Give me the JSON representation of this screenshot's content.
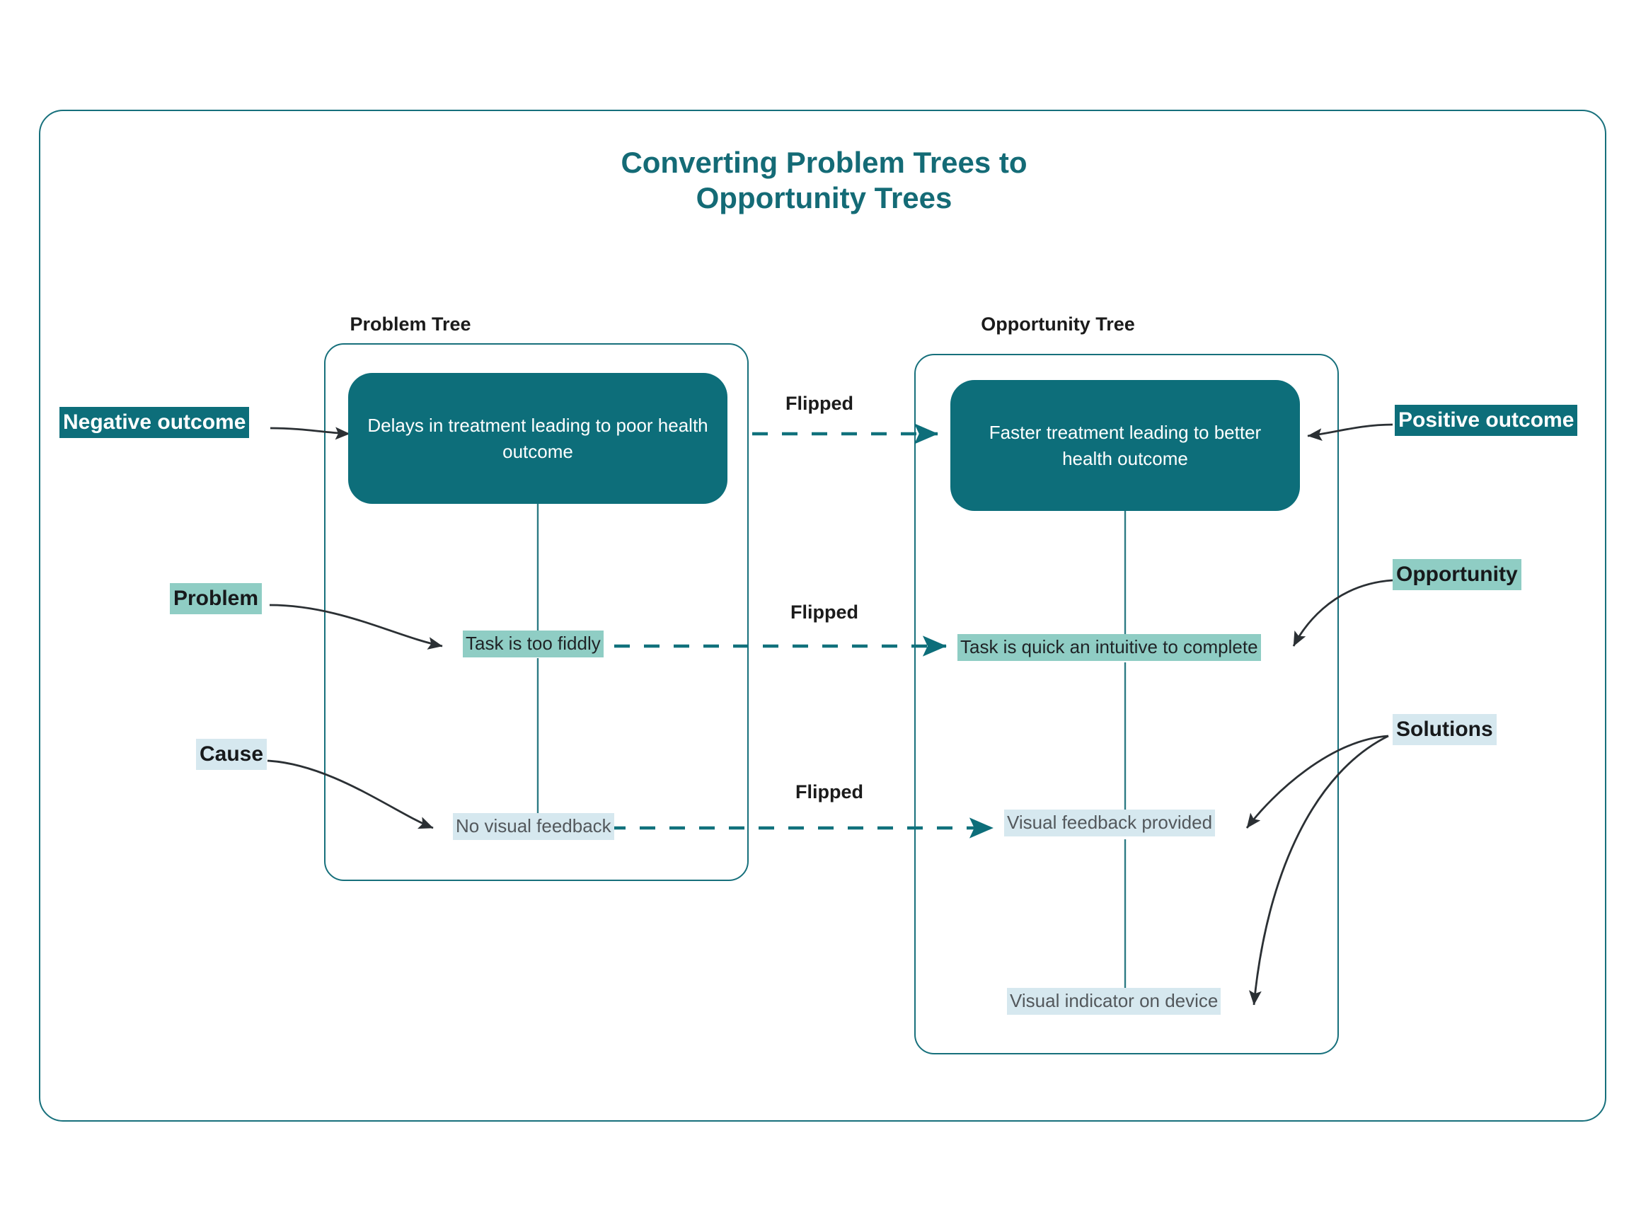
{
  "title": {
    "line1": "Converting Problem Trees to",
    "line2": "Opportunity Trees"
  },
  "trees": {
    "problem": {
      "heading": "Problem Tree",
      "root": "Delays in treatment leading to poor health outcome",
      "nodes": [
        {
          "id": "task-fiddly",
          "label": "Task is too fiddly",
          "highlight": "mint"
        },
        {
          "id": "no-visual",
          "label": "No visual feedback",
          "highlight": "blue"
        }
      ]
    },
    "opportunity": {
      "heading": "Opportunity Tree",
      "root": "Faster treatment leading to better health outcome",
      "nodes": [
        {
          "id": "task-quick",
          "label": "Task is quick an intuitive to complete",
          "highlight": "mint"
        },
        {
          "id": "visual-feedback",
          "label": "Visual feedback provided",
          "highlight": "blue"
        },
        {
          "id": "visual-indicator",
          "label": "Visual indicator on device",
          "highlight": "blue"
        }
      ]
    }
  },
  "annotations": {
    "left": [
      {
        "id": "negative-outcome",
        "label": "Negative outcome",
        "style": "teal"
      },
      {
        "id": "problem",
        "label": "Problem",
        "style": "mint"
      },
      {
        "id": "cause",
        "label": "Cause",
        "style": "blue"
      }
    ],
    "right": [
      {
        "id": "positive-outcome",
        "label": "Positive outcome",
        "style": "teal"
      },
      {
        "id": "opportunity",
        "label": "Opportunity",
        "style": "mint"
      },
      {
        "id": "solutions",
        "label": "Solutions",
        "style": "blue"
      }
    ]
  },
  "connector_labels": {
    "flipped_1": "Flipped",
    "flipped_2": "Flipped",
    "flipped_3": "Flipped"
  },
  "colors": {
    "teal_dark": "#0d6e7a",
    "teal_border": "#17707c",
    "title_teal": "#146b76",
    "mint": "#8fcdc4",
    "light_blue": "#d6e8ef",
    "arrow_dark": "#2b3034",
    "background": "#ffffff"
  }
}
